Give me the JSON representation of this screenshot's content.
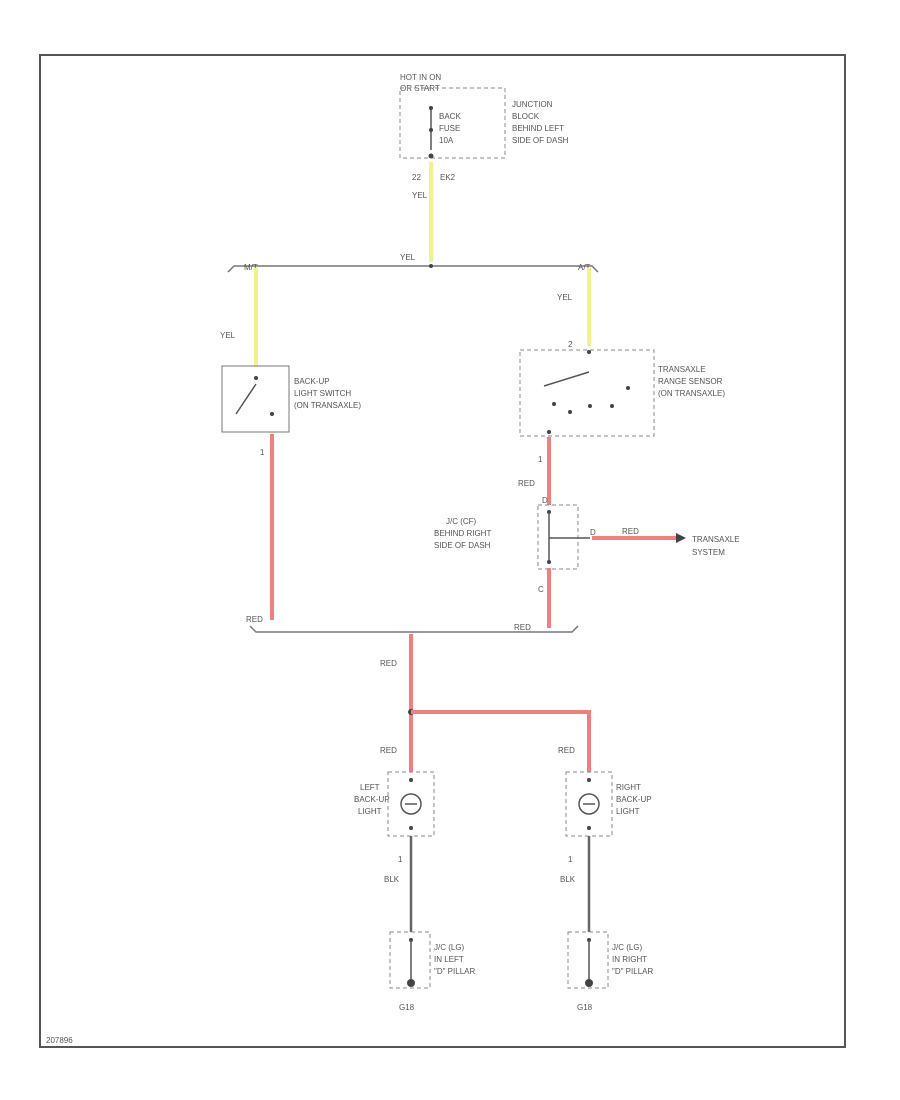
{
  "diagram": {
    "fuse_box": {
      "header_1": "HOT IN ON",
      "header_2": "OR START",
      "fuse_1": "BACK",
      "fuse_2": "FUSE",
      "fuse_3": "10A",
      "location_1": "JUNCTION",
      "location_2": "BLOCK",
      "location_3": "BEHIND LEFT",
      "location_4": "SIDE OF DASH"
    },
    "fuse_pins": {
      "left": "22",
      "right": "EK2"
    },
    "wires": {
      "yel_top": "YEL",
      "yel_bus": "YEL",
      "yel_left": "YEL",
      "yel_right": "YEL",
      "red_tr": "RED",
      "red_jc": "RED",
      "red_bus_left": "RED",
      "red_bus_right": "RED",
      "red_down": "RED",
      "red_left_lamp": "RED",
      "red_right_lamp": "RED",
      "blk_left": "BLK",
      "blk_right": "BLK"
    },
    "bus_labels": {
      "mt": "M/T",
      "at": "A/T"
    },
    "backup_switch": {
      "line_1": "BACK-UP",
      "line_2": "LIGHT SWITCH",
      "line_3": "(ON TRANSAXLE)",
      "pin": "1"
    },
    "range_sensor": {
      "line_1": "TRANSAXLE",
      "line_2": "RANGE SENSOR",
      "line_3": "(ON TRANSAXLE)",
      "pin_top": "2",
      "pin_bottom": "1"
    },
    "joint_connector": {
      "line_1": "J/C (CF)",
      "line_2": "BEHIND RIGHT",
      "line_3": "SIDE OF DASH",
      "pin_top": "D",
      "pin_bottom": "C",
      "pin_side": "D",
      "out_wire": "RED",
      "dest_1": "TRANSAXLE",
      "dest_2": "SYSTEM"
    },
    "left_lamp": {
      "line_1": "LEFT",
      "line_2": "BACK-UP",
      "line_3": "LIGHT",
      "pin": "1"
    },
    "right_lamp": {
      "line_1": "RIGHT",
      "line_2": "BACK-UP",
      "line_3": "LIGHT",
      "pin": "1"
    },
    "left_ground": {
      "line_1": "J/C (LG)",
      "line_2": "IN LEFT",
      "line_3": "\"D\" PILLAR",
      "id": "G18"
    },
    "right_ground": {
      "line_1": "J/C (LG)",
      "line_2": "IN RIGHT",
      "line_3": "\"D\" PILLAR",
      "id": "G18"
    },
    "figure_id": "207896"
  }
}
